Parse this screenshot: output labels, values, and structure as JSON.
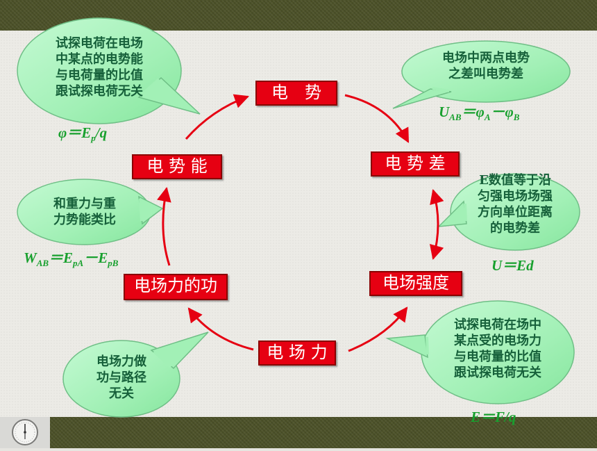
{
  "nodes": {
    "potential": "电　势",
    "potential_difference": "电 势 差",
    "potential_energy": "电 势 能",
    "field_strength": "电场强度",
    "field_work": "电场力的功",
    "field_force": "电 场 力"
  },
  "callouts": {
    "potential_def": [
      "试探电荷在电场",
      "中某点的电势能",
      "与电荷量的比值",
      "跟试探电荷无关"
    ],
    "potential_diff_def": [
      "电场中两点电势",
      "之差叫电势差"
    ],
    "energy_analogy": [
      "和重力与重",
      "力势能类比"
    ],
    "uniform_field": [
      "E数值等于沿",
      "匀强电场场强",
      "方向单位距离",
      "的电势差"
    ],
    "path_independence": [
      "电场力做",
      "功与路径",
      "无关"
    ],
    "field_strength_def": [
      "试探电荷在场中",
      "某点受的电场力",
      "与电荷量的比值",
      "跟试探电荷无关"
    ]
  },
  "formulas": {
    "potential": "φ＝Ep/q",
    "potential_difference": "UAB＝φA－φB",
    "work": "WAB＝EpA－EpB",
    "uniform_field": "U＝Ed",
    "field_strength": "E＝F/q"
  },
  "colors": {
    "node_fill": "#e60012",
    "arrow": "#e60012",
    "callout_fill": "#a8f2bc",
    "callout_text": "#16603a",
    "formula": "#18a02e",
    "band": "#4c5128"
  }
}
